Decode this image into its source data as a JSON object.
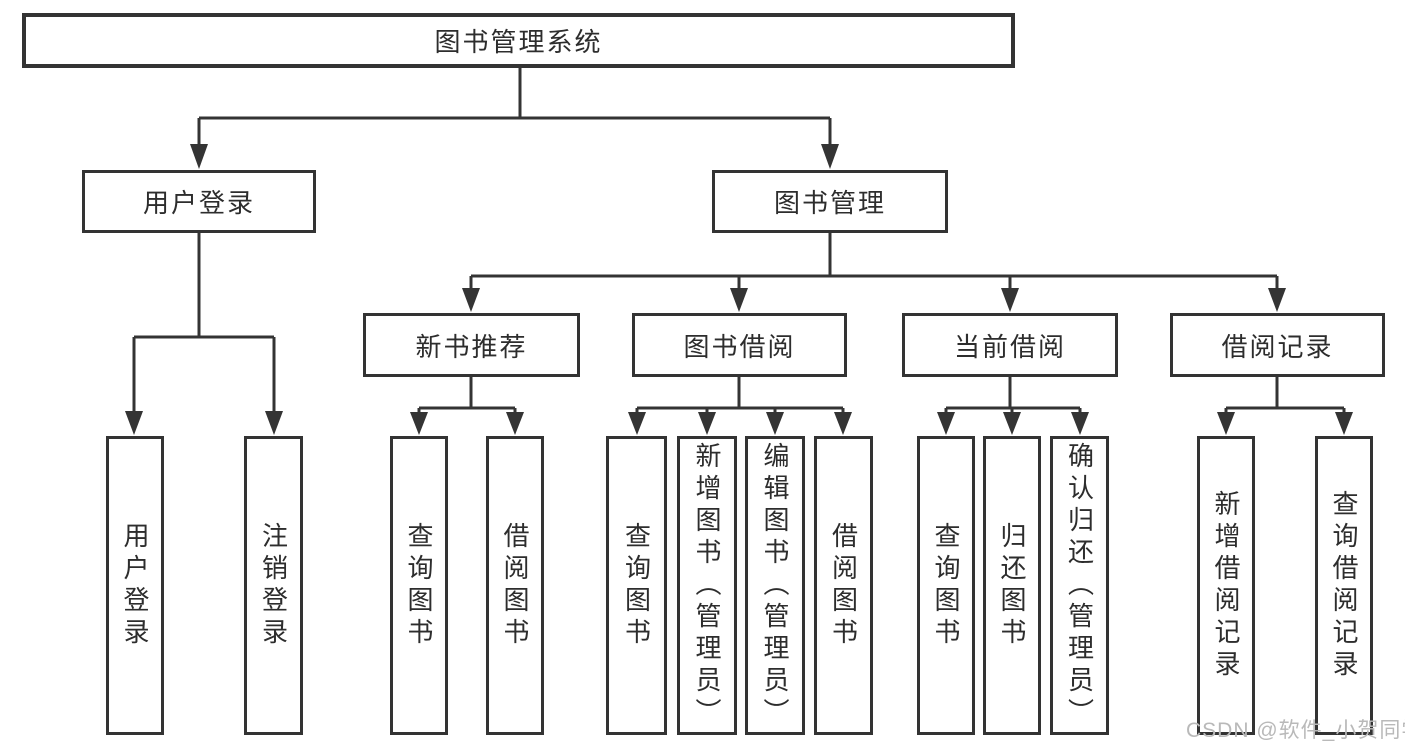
{
  "diagram": {
    "type": "hierarchy-tree",
    "tree": {
      "root": {
        "label": "图书管理系统",
        "children": [
          {
            "label": "用户登录",
            "children": [
              {
                "label": "用户登录"
              },
              {
                "label": "注销登录"
              }
            ]
          },
          {
            "label": "图书管理",
            "children": [
              {
                "label": "新书推荐",
                "children": [
                  {
                    "label": "查询图书"
                  },
                  {
                    "label": "借阅图书"
                  }
                ]
              },
              {
                "label": "图书借阅",
                "children": [
                  {
                    "label": "查询图书"
                  },
                  {
                    "label": "新增图书（管理员）"
                  },
                  {
                    "label": "编辑图书（管理员）"
                  },
                  {
                    "label": "借阅图书"
                  }
                ]
              },
              {
                "label": "当前借阅",
                "children": [
                  {
                    "label": "查询图书"
                  },
                  {
                    "label": "归还图书"
                  },
                  {
                    "label": "确认归还（管理员）"
                  }
                ]
              },
              {
                "label": "借阅记录",
                "children": [
                  {
                    "label": "新增借阅记录"
                  },
                  {
                    "label": "查询借阅记录"
                  }
                ]
              }
            ]
          }
        ]
      }
    },
    "colors": {
      "line": "#343434",
      "box_border": "#333333",
      "text": "#2d2d2d",
      "background": "#ffffff",
      "watermark": "#b9b9b9"
    }
  },
  "watermark": {
    "text": "CSDN @软件_小贺同学"
  }
}
